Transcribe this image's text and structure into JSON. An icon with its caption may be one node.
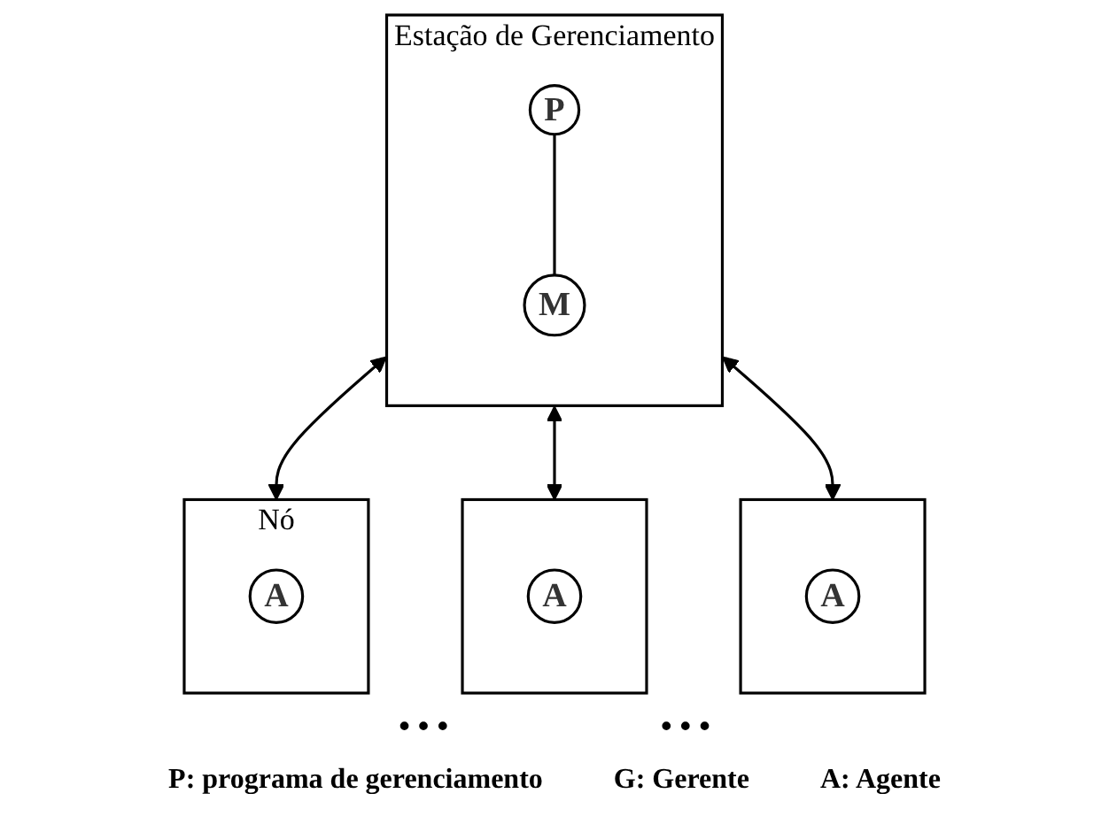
{
  "diagram": {
    "nodes": [
      {
        "text": [
          "Estação de Gerenciamento"
        ]
      },
      {
        "text": [
          "P"
        ],
        "in": 0
      },
      {
        "text": [
          "M"
        ],
        "in": 0
      },
      {
        "text": [
          "Nó"
        ]
      },
      {
        "text": [
          "A"
        ],
        "in": 3
      },
      {
        "text": [],
        "shape": "box"
      },
      {
        "text": [
          "A"
        ],
        "in": 5
      },
      {
        "text": [],
        "shape": "box"
      },
      {
        "text": [
          "A"
        ],
        "in": 7
      }
    ],
    "edges": [
      {
        "from": 1,
        "to": 2,
        "arrow": "none"
      },
      {
        "from": 0,
        "to": 3,
        "arrow": "both"
      },
      {
        "from": 0,
        "to": 5,
        "arrow": "both"
      },
      {
        "from": 0,
        "to": 7,
        "arrow": "both"
      }
    ],
    "labels": [
      "• • •",
      "• • •",
      "P: programa de gerenciamento",
      "G: Gerente",
      "A: Agente"
    ]
  }
}
